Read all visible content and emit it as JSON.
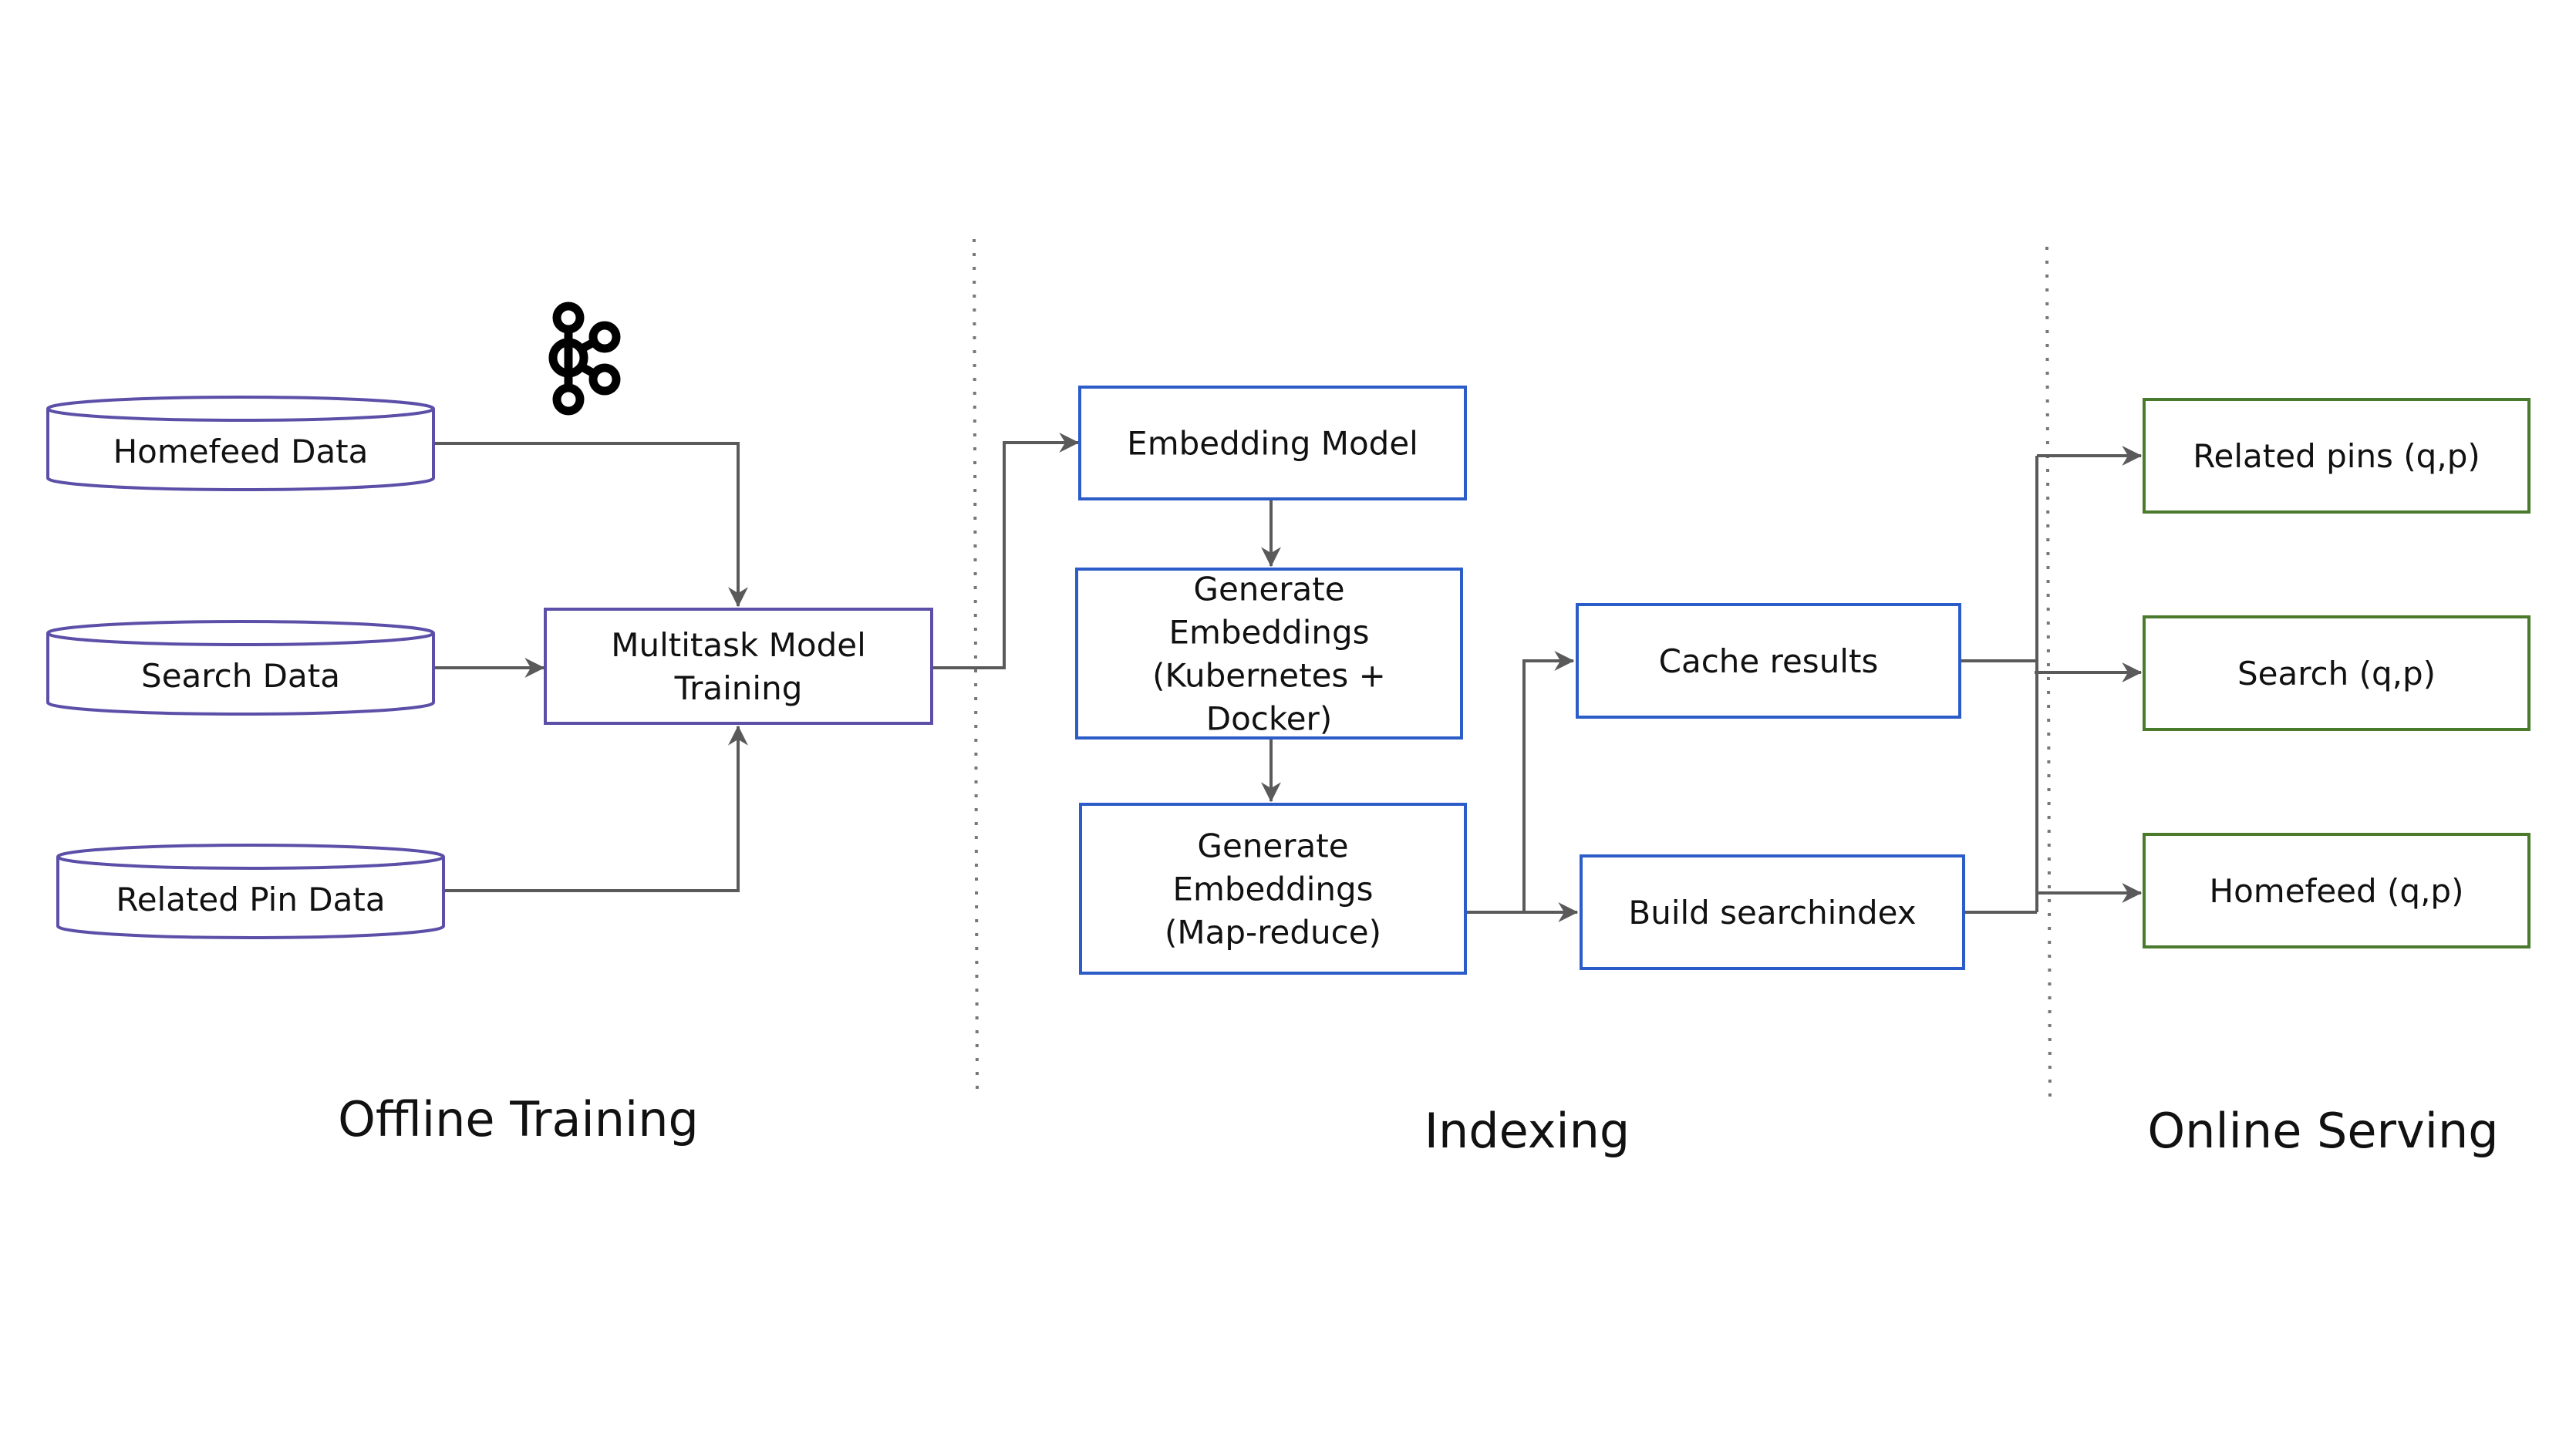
{
  "colors": {
    "source": "#5B4FA8",
    "training": "#5B4FA8",
    "indexing": "#2B5CC8",
    "serving": "#4A7A2C",
    "edge": "#5a5a5a",
    "text": "#111111",
    "kafka_icon": "#000000"
  },
  "sections": [
    {
      "id": "offline",
      "label": "Offline Training"
    },
    {
      "id": "indexing",
      "label": "Indexing"
    },
    {
      "id": "serving",
      "label": "Online Serving"
    }
  ],
  "icons": {
    "kafka": "apache-kafka-logo"
  },
  "nodes": [
    {
      "id": "homefeed_data",
      "shape": "cylinder",
      "group": "source",
      "lines": [
        "Homefeed Data"
      ]
    },
    {
      "id": "search_data",
      "shape": "cylinder",
      "group": "source",
      "lines": [
        "Search Data"
      ]
    },
    {
      "id": "related_pin_data",
      "shape": "cylinder",
      "group": "source",
      "lines": [
        "Related Pin Data"
      ]
    },
    {
      "id": "multitask",
      "shape": "rect",
      "group": "training",
      "lines": [
        "Multitask Model",
        "Training"
      ]
    },
    {
      "id": "embedding_model",
      "shape": "rect",
      "group": "indexing",
      "lines": [
        "Embedding Model"
      ]
    },
    {
      "id": "gen_k8s",
      "shape": "rect",
      "group": "indexing",
      "lines": [
        "Generate",
        "Embeddings",
        "(Kubernetes +",
        "Docker)"
      ]
    },
    {
      "id": "gen_mr",
      "shape": "rect",
      "group": "indexing",
      "lines": [
        "Generate",
        "Embeddings",
        "(Map-reduce)"
      ]
    },
    {
      "id": "cache",
      "shape": "rect",
      "group": "indexing",
      "lines": [
        "Cache results"
      ]
    },
    {
      "id": "searchindex",
      "shape": "rect",
      "group": "indexing",
      "lines": [
        "Build searchindex"
      ]
    },
    {
      "id": "related_pins",
      "shape": "rect",
      "group": "serving",
      "lines": [
        "Related pins (q,p)"
      ]
    },
    {
      "id": "search_qp",
      "shape": "rect",
      "group": "serving",
      "lines": [
        "Search (q,p)"
      ]
    },
    {
      "id": "homefeed_qp",
      "shape": "rect",
      "group": "serving",
      "lines": [
        "Homefeed (q,p)"
      ]
    }
  ],
  "edges": [
    {
      "from": "homefeed_data",
      "to": "multitask"
    },
    {
      "from": "search_data",
      "to": "multitask"
    },
    {
      "from": "related_pin_data",
      "to": "multitask"
    },
    {
      "from": "multitask",
      "to": "embedding_model"
    },
    {
      "from": "embedding_model",
      "to": "gen_k8s"
    },
    {
      "from": "gen_k8s",
      "to": "gen_mr"
    },
    {
      "from": "gen_mr",
      "to": "cache"
    },
    {
      "from": "gen_mr",
      "to": "searchindex"
    },
    {
      "from": "cache",
      "to": "related_pins"
    },
    {
      "from": "cache",
      "to": "search_qp"
    },
    {
      "from": "cache",
      "to": "homefeed_qp"
    },
    {
      "from": "searchindex",
      "to": "related_pins"
    },
    {
      "from": "searchindex",
      "to": "search_qp"
    },
    {
      "from": "searchindex",
      "to": "homefeed_qp"
    }
  ]
}
